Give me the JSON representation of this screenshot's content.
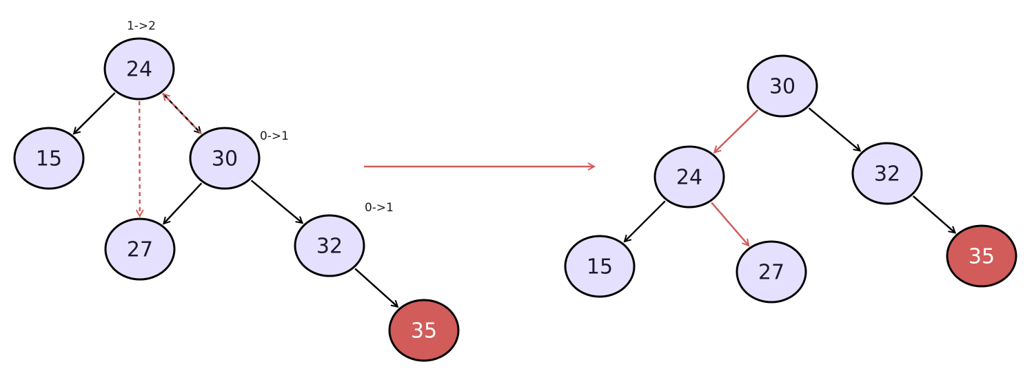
{
  "colors": {
    "node_fill": "#e6e0ff",
    "highlight_fill": "#d15c5a",
    "node_text": "#1a1a2e",
    "highlight_text": "#ffffff",
    "edge": "#000000",
    "accent": "#d15c5a"
  },
  "before_tree": {
    "nodes": [
      {
        "id": "b24",
        "label": "24"
      },
      {
        "id": "b15",
        "label": "15"
      },
      {
        "id": "b30",
        "label": "30"
      },
      {
        "id": "b27",
        "label": "27"
      },
      {
        "id": "b32",
        "label": "32"
      },
      {
        "id": "b35",
        "label": "35",
        "highlight": true
      }
    ],
    "edges": [
      {
        "from": "b24",
        "to": "b15"
      },
      {
        "from": "b24",
        "to": "b30"
      },
      {
        "from": "b30",
        "to": "b27"
      },
      {
        "from": "b30",
        "to": "b32"
      },
      {
        "from": "b32",
        "to": "b35"
      }
    ],
    "rotation_hints": [
      {
        "from": "b30",
        "to": "b24",
        "style": "dashed"
      },
      {
        "from": "b24",
        "to": "b27",
        "style": "dashed"
      }
    ],
    "annotations": [
      {
        "node": "b24",
        "text": "1->2"
      },
      {
        "node": "b30",
        "text": "0->1"
      },
      {
        "node": "b32",
        "text": "0->1"
      }
    ]
  },
  "after_tree": {
    "nodes": [
      {
        "id": "a30",
        "label": "30"
      },
      {
        "id": "a24",
        "label": "24"
      },
      {
        "id": "a32",
        "label": "32"
      },
      {
        "id": "a15",
        "label": "15"
      },
      {
        "id": "a27",
        "label": "27"
      },
      {
        "id": "a35",
        "label": "35",
        "highlight": true
      }
    ],
    "edges": [
      {
        "from": "a30",
        "to": "a24",
        "changed": true
      },
      {
        "from": "a30",
        "to": "a32"
      },
      {
        "from": "a24",
        "to": "a15"
      },
      {
        "from": "a24",
        "to": "a27",
        "changed": true
      },
      {
        "from": "a32",
        "to": "a35"
      }
    ]
  }
}
